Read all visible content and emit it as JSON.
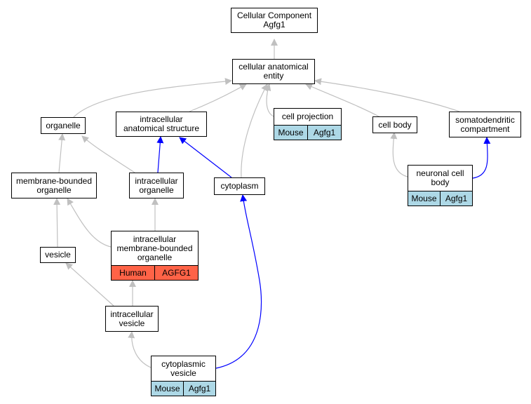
{
  "colors": {
    "edge_default": "#c0c0c0",
    "edge_highlight": "#0000ff",
    "mouse_tag": "#add8e6",
    "human_tag": "#ff6347"
  },
  "nodes": {
    "root": {
      "line1": "Cellular Component",
      "line2": "Agfg1"
    },
    "cellular_anatomical_entity": {
      "line1": "cellular anatomical",
      "line2": "entity"
    },
    "organelle": {
      "label": "organelle"
    },
    "intracellular_anatomical_structure": {
      "line1": "intracellular",
      "line2": "anatomical structure"
    },
    "cell_projection": {
      "label": "cell projection",
      "species": "Mouse",
      "gene": "Agfg1"
    },
    "cell_body": {
      "label": "cell body"
    },
    "somatodendritic_compartment": {
      "line1": "somatodendritic",
      "line2": "compartment"
    },
    "membrane_bounded_organelle": {
      "line1": "membrane-bounded",
      "line2": "organelle"
    },
    "intracellular_organelle": {
      "line1": "intracellular",
      "line2": "organelle"
    },
    "cytoplasm": {
      "label": "cytoplasm"
    },
    "neuronal_cell_body": {
      "line1": "neuronal cell",
      "line2": "body",
      "species": "Mouse",
      "gene": "Agfg1"
    },
    "intracellular_membrane_bounded_organelle": {
      "line1": "intracellular",
      "line2": "membrane-bounded",
      "line3": "organelle",
      "species": "Human",
      "gene": "AGFG1"
    },
    "vesicle": {
      "label": "vesicle"
    },
    "intracellular_vesicle": {
      "line1": "intracellular",
      "line2": "vesicle"
    },
    "cytoplasmic_vesicle": {
      "line1": "cytoplasmic",
      "line2": "vesicle",
      "species": "Mouse",
      "gene": "Agfg1"
    }
  }
}
